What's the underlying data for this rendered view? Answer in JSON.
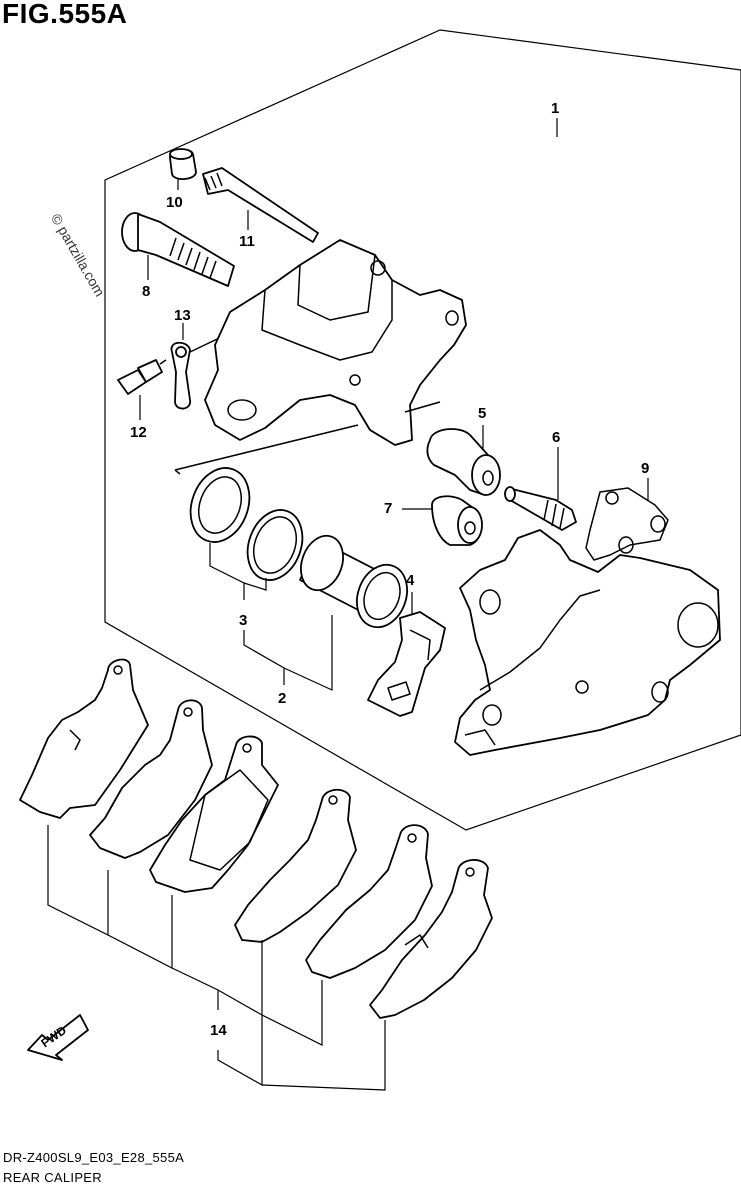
{
  "figure": {
    "title": "FIG.555A"
  },
  "watermark": "© partzilla.com",
  "footer": {
    "code": "DR-Z400SL9_E03_E28_555A",
    "caption": "REAR CALIPER"
  },
  "callouts": {
    "c1": "1",
    "c2": "2",
    "c3": "3",
    "c4": "4",
    "c5": "5",
    "c6": "6",
    "c7": "7",
    "c8": "8",
    "c9": "9",
    "c10": "10",
    "c11": "11",
    "c12": "12",
    "c13": "13",
    "c14": "14"
  },
  "fwd_badge": "FWD",
  "parts": [
    {
      "ref": "1",
      "part": "caliper-assembly"
    },
    {
      "ref": "2",
      "part": "piston"
    },
    {
      "ref": "3",
      "part": "piston-seals"
    },
    {
      "ref": "4",
      "part": "pad-spring"
    },
    {
      "ref": "5",
      "part": "boot"
    },
    {
      "ref": "6",
      "part": "pin"
    },
    {
      "ref": "7",
      "part": "boot"
    },
    {
      "ref": "8",
      "part": "caliper-bolt"
    },
    {
      "ref": "9",
      "part": "caliper-bracket"
    },
    {
      "ref": "10",
      "part": "plug"
    },
    {
      "ref": "11",
      "part": "pad-mounting-pin"
    },
    {
      "ref": "12",
      "part": "bleeder-valve"
    },
    {
      "ref": "13",
      "part": "bleeder-cap"
    },
    {
      "ref": "14",
      "part": "brake-pad-set"
    }
  ]
}
